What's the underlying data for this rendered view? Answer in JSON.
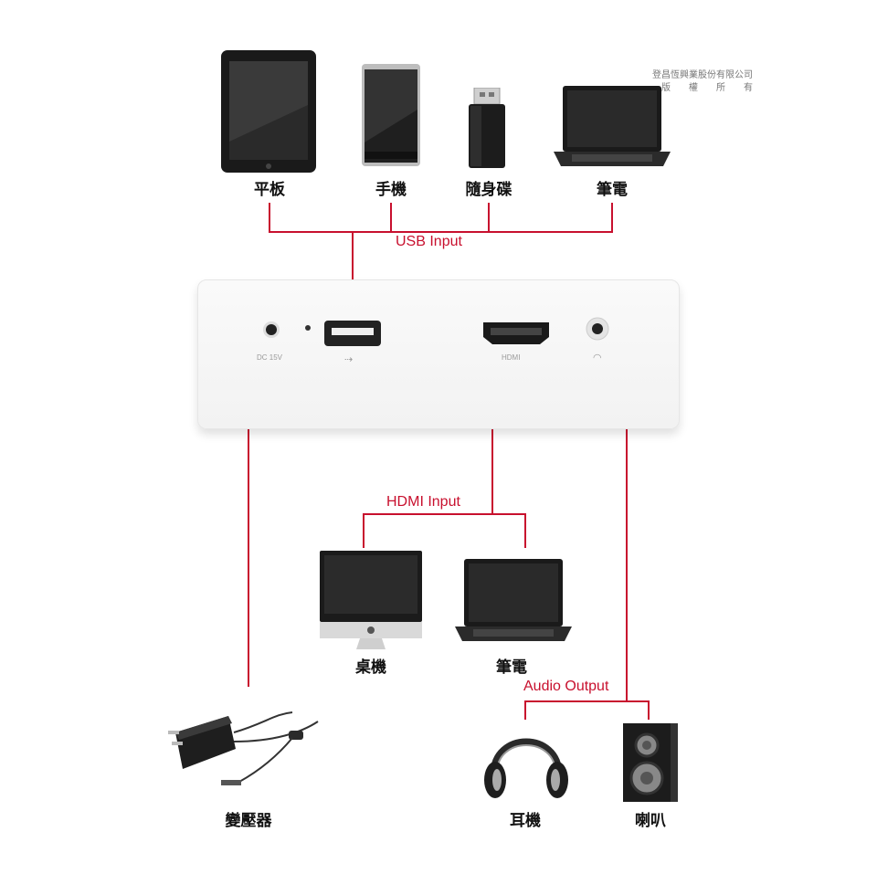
{
  "copyright": {
    "line1": "登昌恆興業股份有限公司",
    "line2": "版　　權　　所　　有"
  },
  "top_devices": [
    {
      "label": "平板",
      "icon": "tablet-icon"
    },
    {
      "label": "手機",
      "icon": "phone-icon"
    },
    {
      "label": "隨身碟",
      "icon": "usb-drive-icon"
    },
    {
      "label": "筆電",
      "icon": "laptop-icon"
    }
  ],
  "connection_labels": {
    "usb_input": "USB Input",
    "hdmi_input": "HDMI Input",
    "audio_output": "Audio Output"
  },
  "box_ports": {
    "dc": "DC 15V",
    "usb": "⇢",
    "hdmi": "HDMI",
    "audio": "◠"
  },
  "hdmi_devices": [
    {
      "label": "桌機",
      "icon": "desktop-monitor-icon"
    },
    {
      "label": "筆電",
      "icon": "laptop-icon"
    }
  ],
  "audio_devices": [
    {
      "label": "耳機",
      "icon": "headphones-icon"
    },
    {
      "label": "喇叭",
      "icon": "speaker-icon"
    }
  ],
  "power": {
    "label": "變壓器",
    "icon": "power-adapter-icon"
  },
  "colors": {
    "wire": "#c8102e",
    "box": "#f4f4f4",
    "device": "#1a1a1a"
  }
}
